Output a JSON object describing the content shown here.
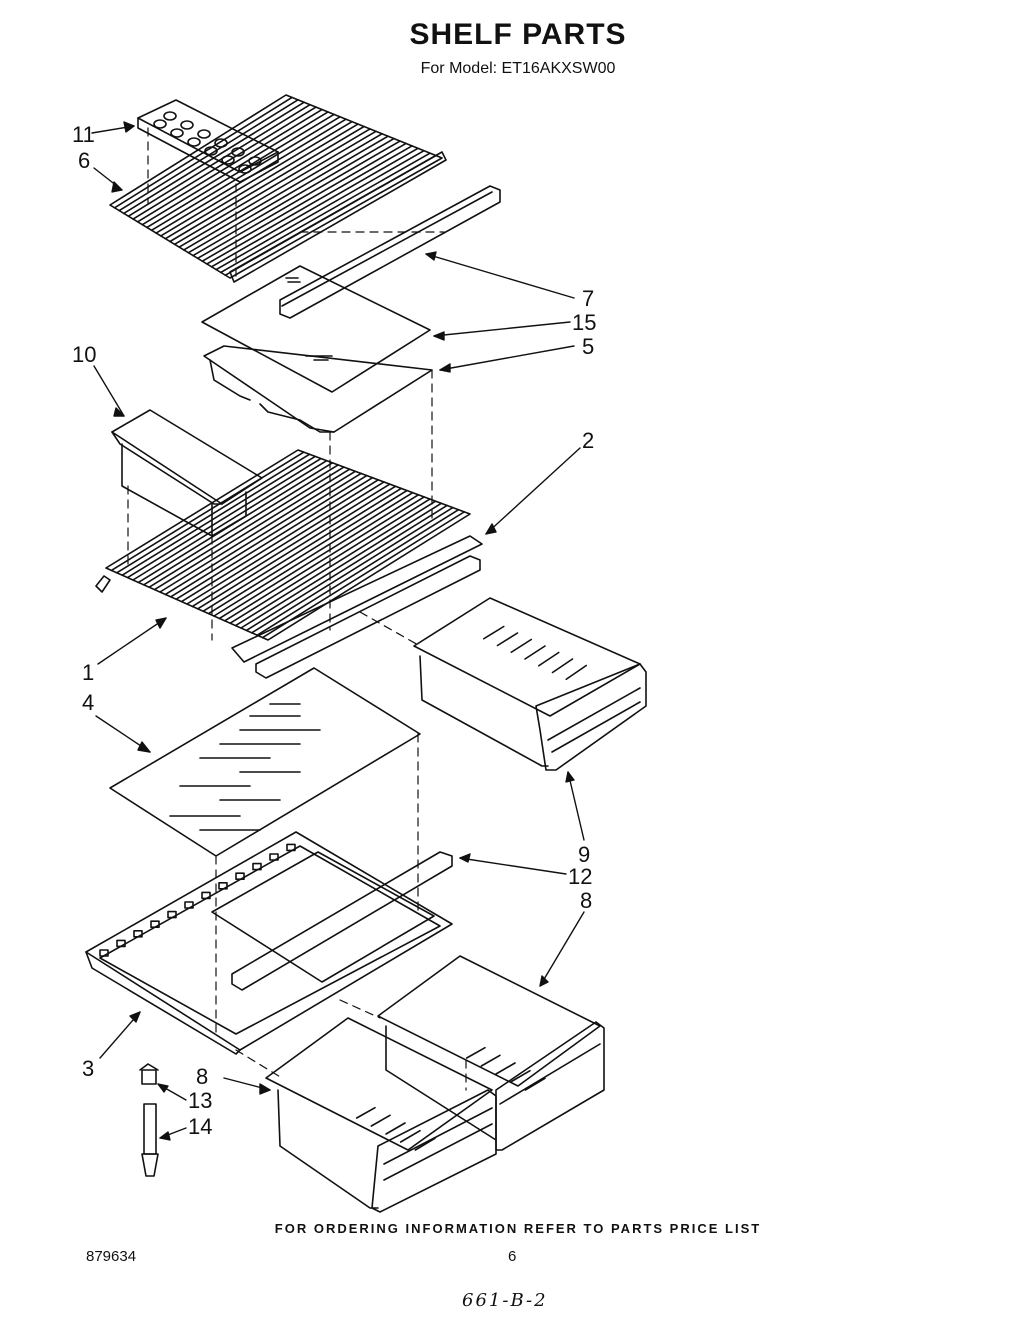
{
  "header": {
    "title": "SHELF PARTS",
    "subtitle": "For Model: ET16AKXSW00"
  },
  "callouts": [
    "11",
    "6",
    "7",
    "15",
    "5",
    "10",
    "2",
    "1",
    "4",
    "9",
    "12",
    "8",
    "8",
    "3",
    "13",
    "14"
  ],
  "footer": {
    "ordering_note": "FOR ORDERING INFORMATION REFER TO PARTS PRICE LIST",
    "document_number": "879634",
    "page_number": "6",
    "handwritten_note": "661-B-2"
  }
}
